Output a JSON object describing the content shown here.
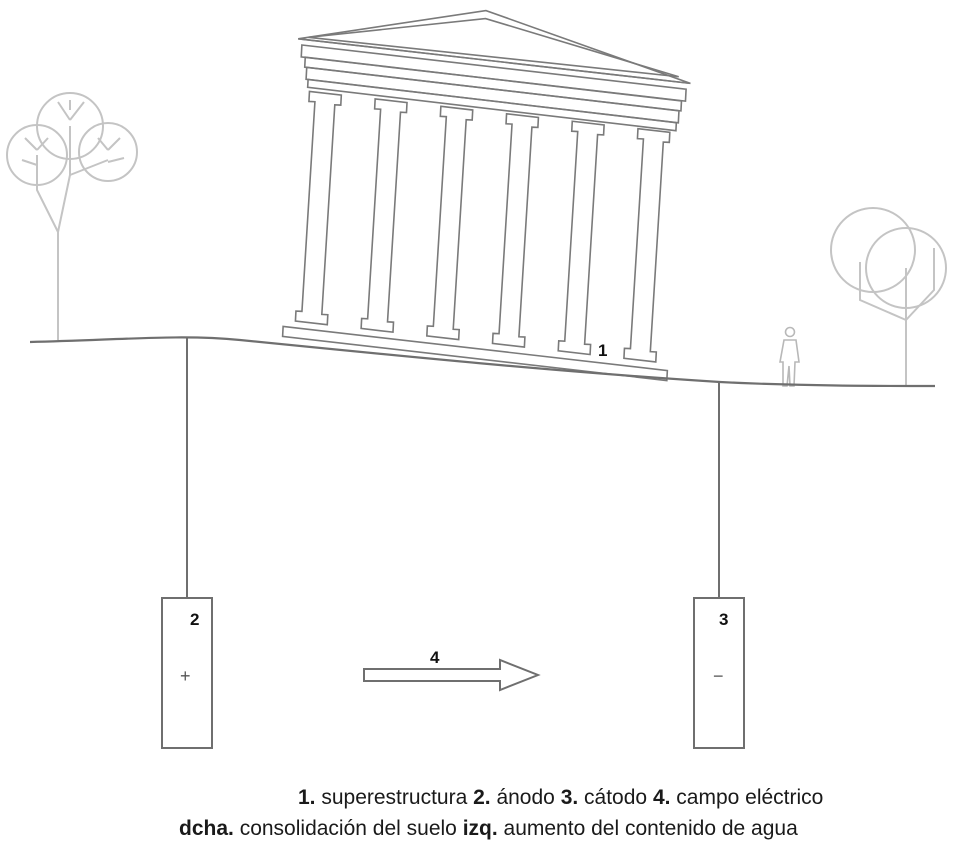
{
  "labels": {
    "superstructure": "1",
    "anode": "2",
    "cathode": "3",
    "field": "4",
    "anode_sign": "+",
    "cathode_sign": "−"
  },
  "legend": {
    "line1": [
      {
        "key": "1.",
        "text": " superestructura "
      },
      {
        "key": "2.",
        "text": " ánodo "
      },
      {
        "key": "3.",
        "text": " cátodo "
      },
      {
        "key": "4.",
        "text": " campo eléctrico"
      }
    ],
    "line2": [
      {
        "key": "dcha.",
        "text": " consolidación del suelo "
      },
      {
        "key": "izq.",
        "text": " aumento del contenido de agua"
      }
    ]
  },
  "colors": {
    "stroke": "#6f6f6f",
    "light": "#c4c4c4",
    "text": "#111111"
  }
}
